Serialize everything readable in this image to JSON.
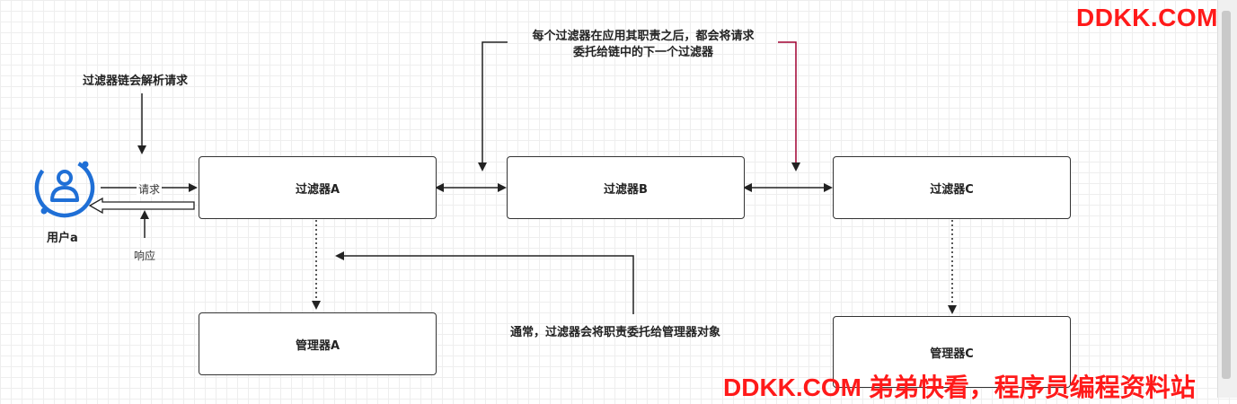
{
  "diagram": {
    "nodes": {
      "filter_a": "过滤器A",
      "filter_b": "过滤器B",
      "filter_c": "过滤器C",
      "manager_a": "管理器A",
      "manager_c": "管理器C"
    },
    "user": {
      "label": "用户a"
    },
    "annotations": {
      "chain_parse": "过滤器链会解析请求",
      "request": "请求",
      "response": "响应",
      "delegate_next_line1": "每个过滤器在应用其职责之后，都会将请求",
      "delegate_next_line2": "委托给链中的下一个过滤器",
      "delegate_manager": "通常，过滤器会将职责委托给管理器对象"
    }
  },
  "watermark": {
    "top": "DDKK.COM",
    "bottom": "DDKK.COM 弟弟快看，程序员编程资料站"
  },
  "colors": {
    "user_icon": "#1f6fd6",
    "watermark": "#ff1a1a",
    "stroke": "#333333",
    "accent_line": "#a00030"
  }
}
